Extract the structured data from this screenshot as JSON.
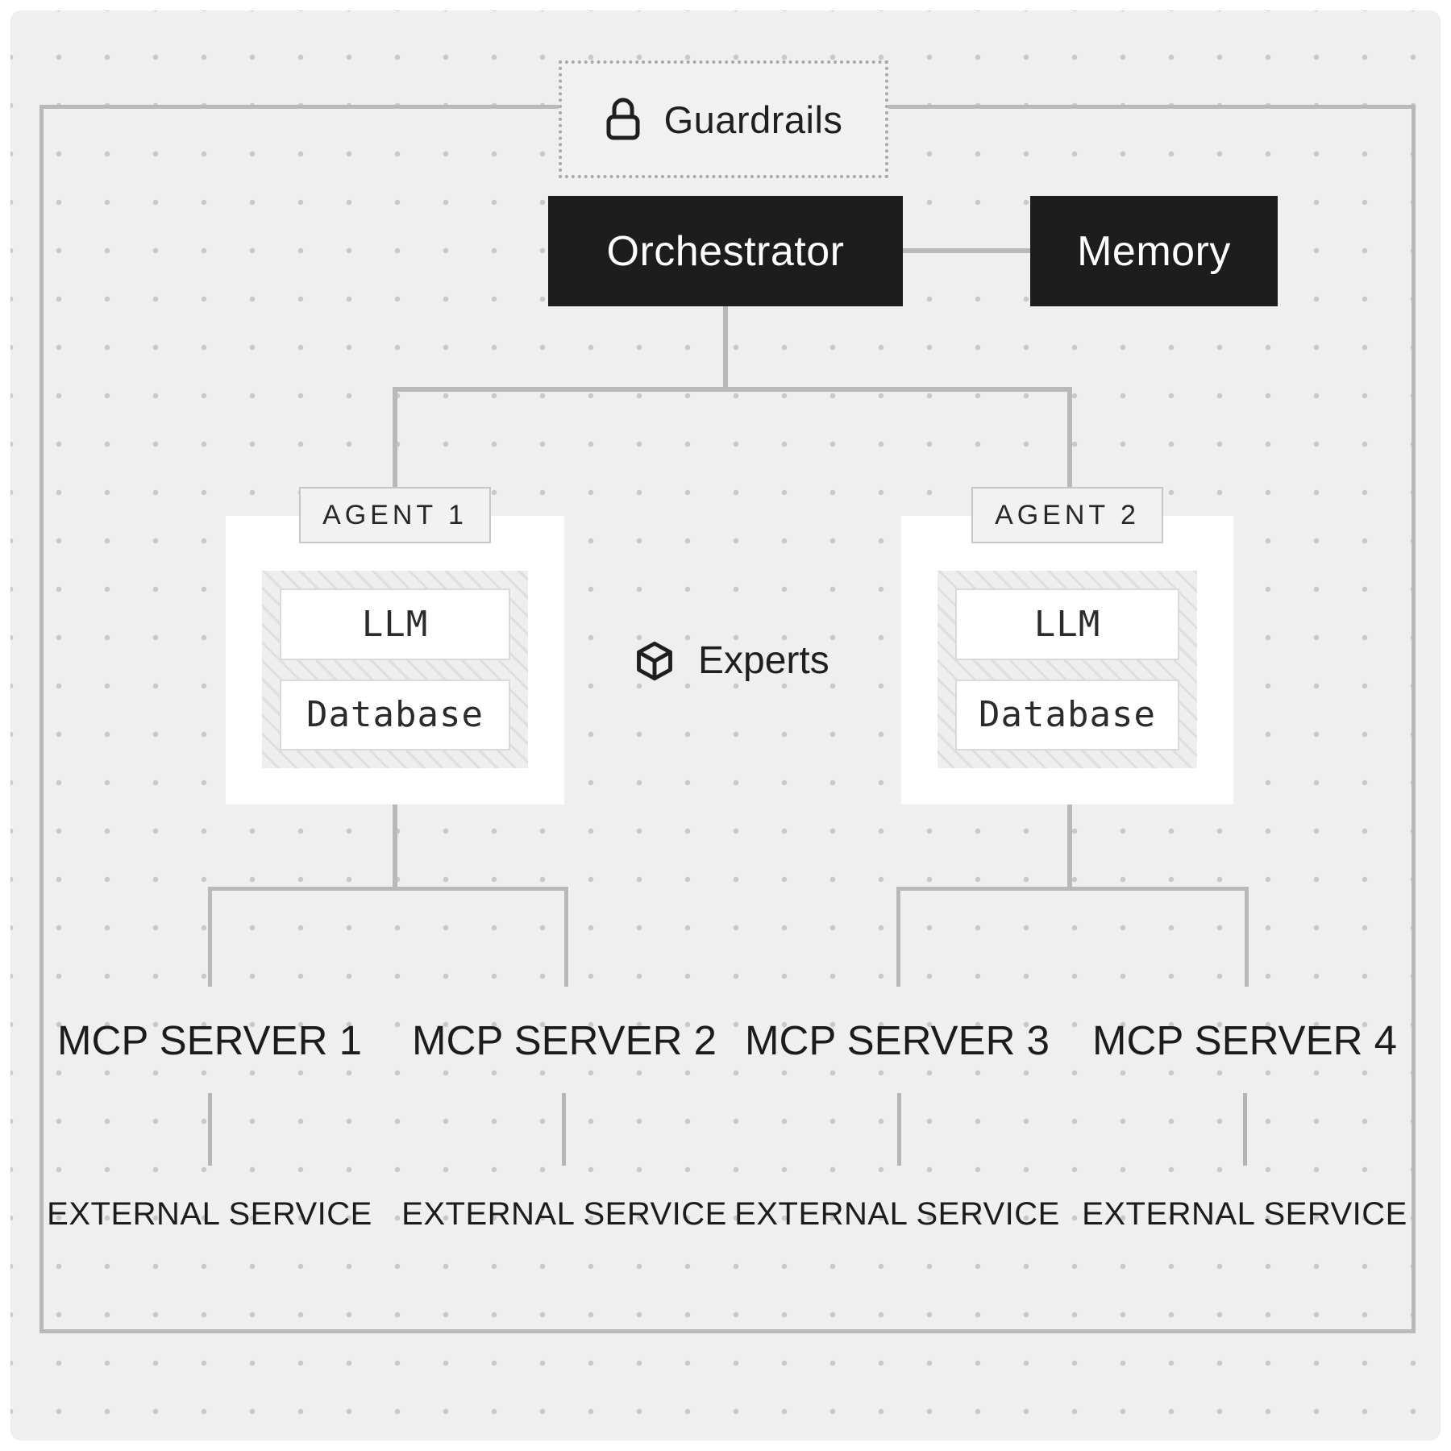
{
  "diagram": {
    "guardrails": {
      "label": "Guardrails",
      "icon": "lock-icon"
    },
    "orchestrator": {
      "label": "Orchestrator"
    },
    "memory": {
      "label": "Memory"
    },
    "experts": {
      "label": "Experts",
      "icon": "cube-icon"
    },
    "agents": [
      {
        "label": "AGENT 1",
        "components": [
          {
            "label": "LLM"
          },
          {
            "label": "Database"
          }
        ]
      },
      {
        "label": "AGENT 2",
        "components": [
          {
            "label": "LLM"
          },
          {
            "label": "Database"
          }
        ]
      }
    ],
    "mcp_servers": [
      {
        "label": "MCP SERVER 1",
        "service": "EXTERNAL SERVICE"
      },
      {
        "label": "MCP SERVER 2",
        "service": "EXTERNAL SERVICE"
      },
      {
        "label": "MCP SERVER 3",
        "service": "EXTERNAL SERVICE"
      },
      {
        "label": "MCP SERVER 4",
        "service": "EXTERNAL SERVICE"
      }
    ],
    "colors": {
      "node_dark": "#1d1d1d",
      "connector": "#b9b9b9",
      "panel_bg": "#efeff0",
      "dot": "#c9c9c9",
      "text": "#1f1f1f"
    }
  }
}
